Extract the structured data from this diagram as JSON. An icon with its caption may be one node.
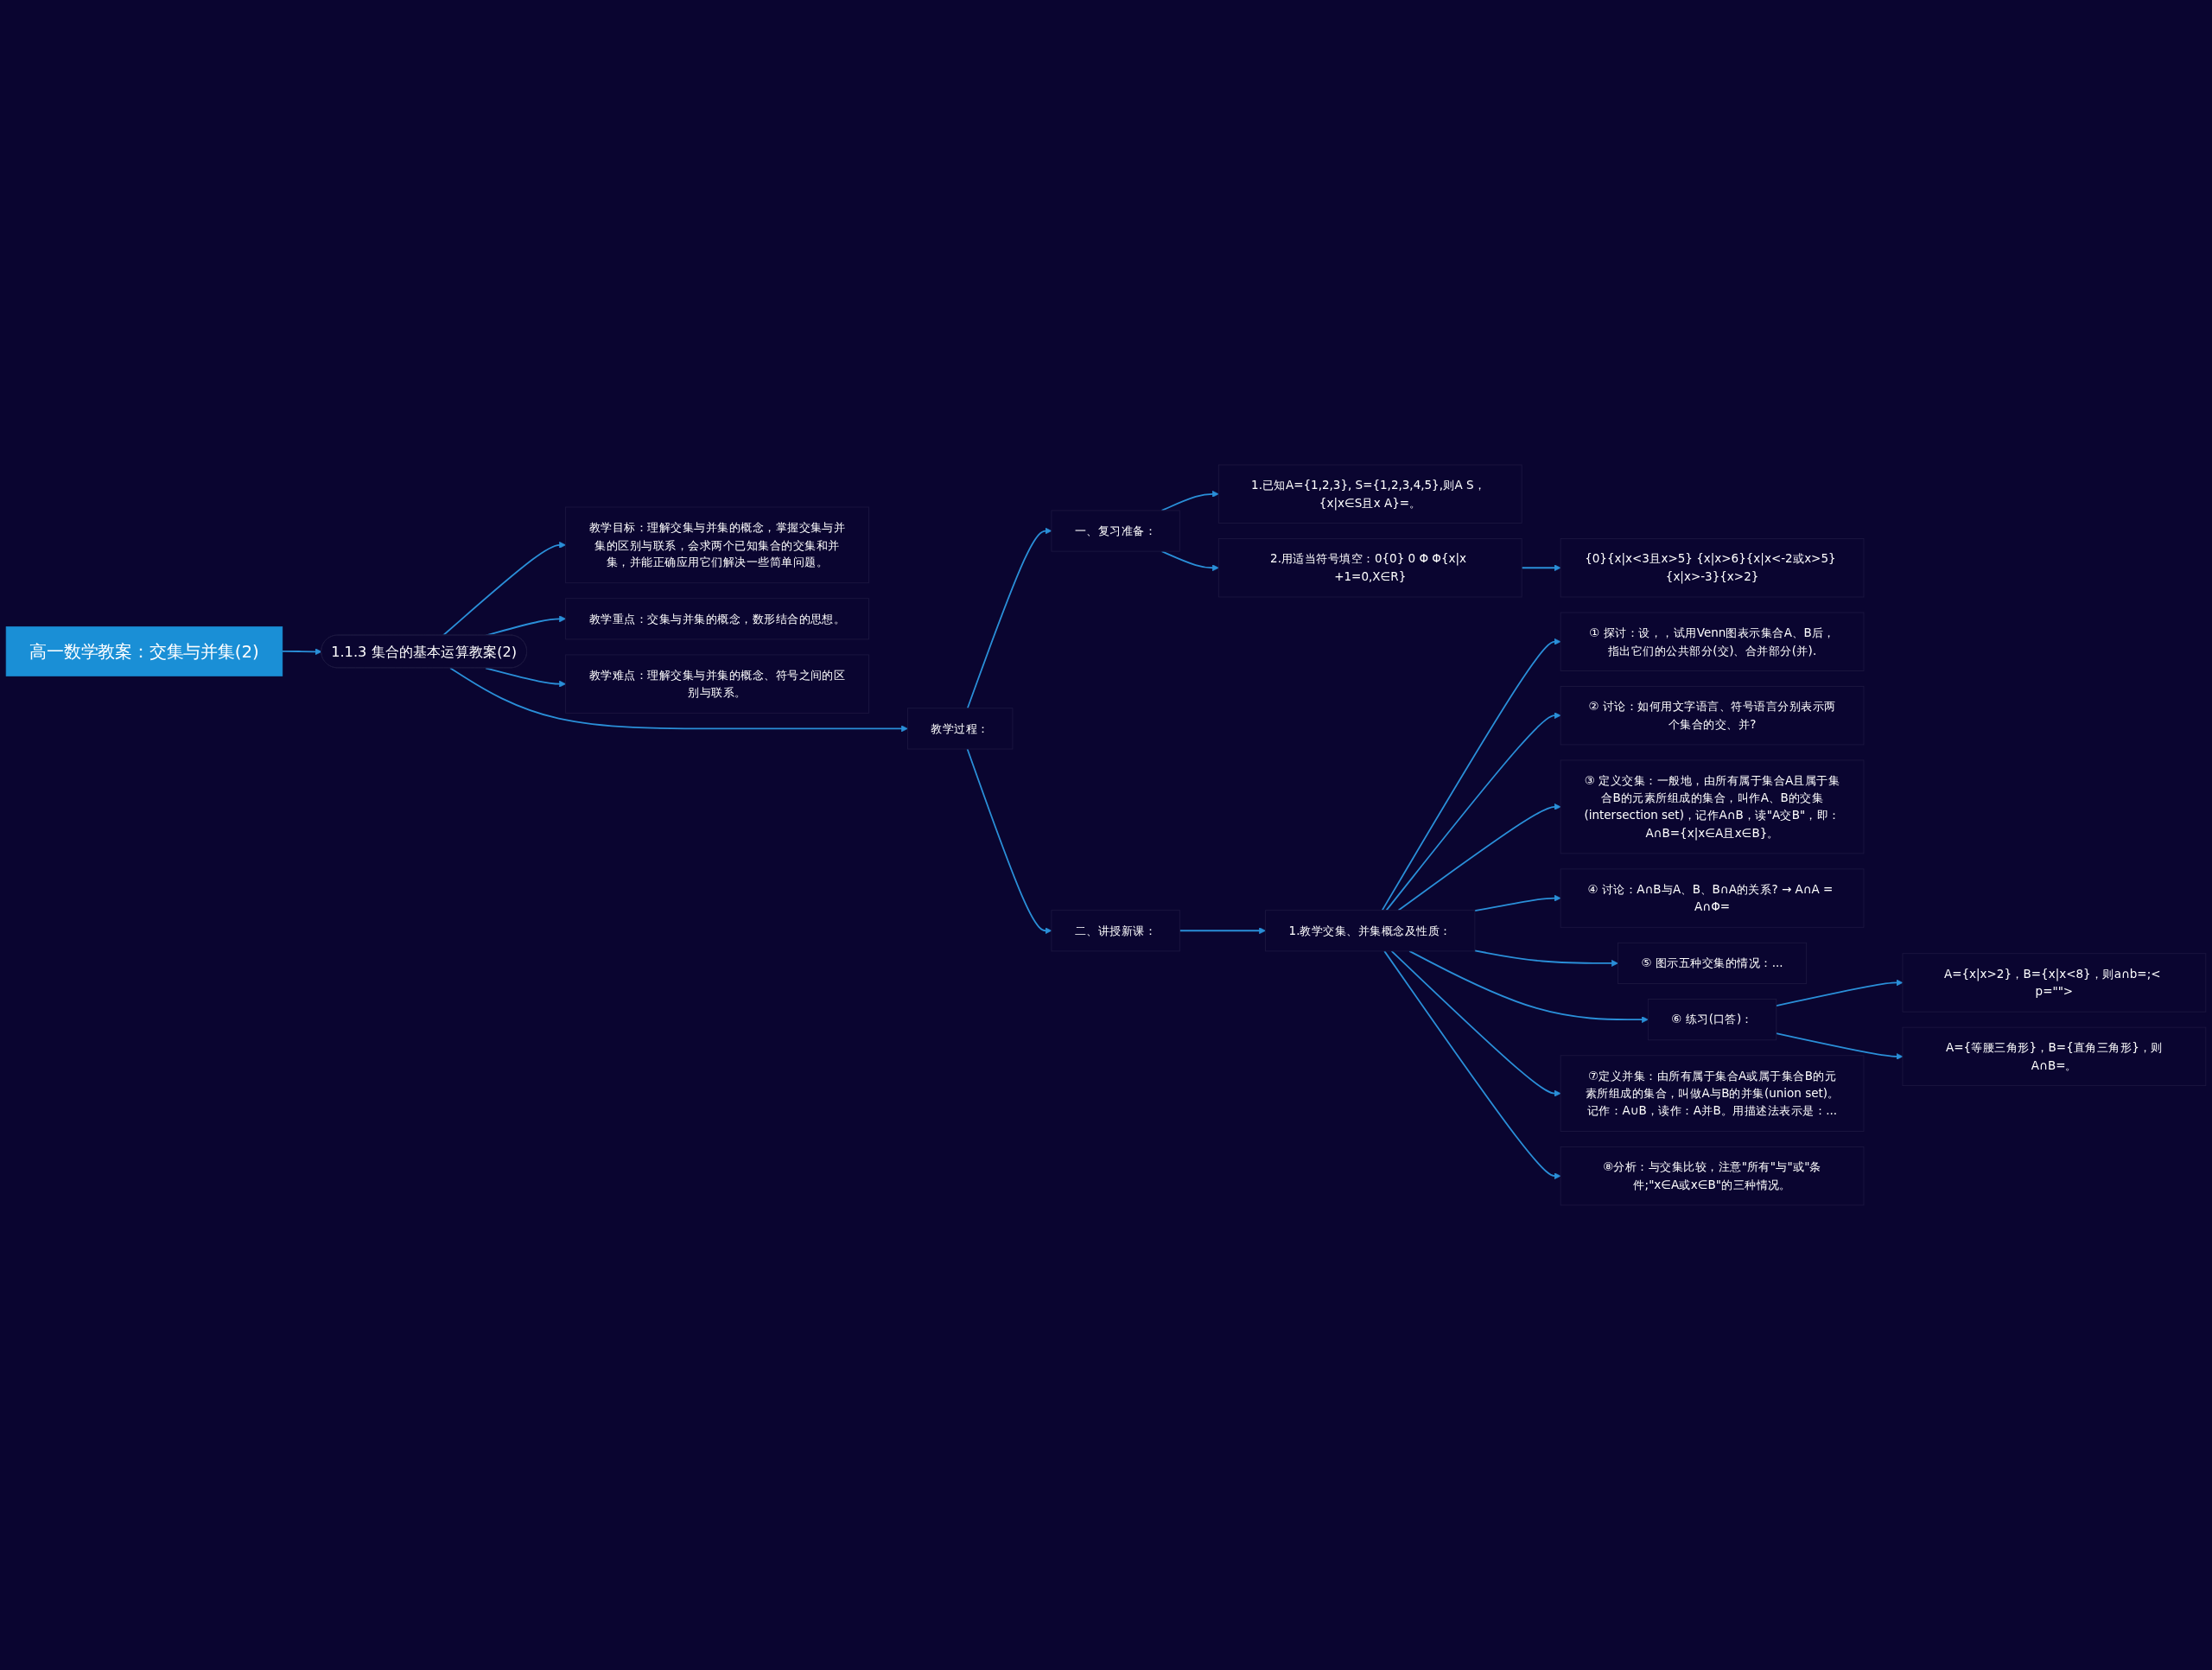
{
  "diagram": {
    "nodes": [
      {
        "text": [
          "高一数学教案：交集与并集(2)"
        ]
      },
      {
        "text": [
          "1.1.3 集合的基本运算教案(2)"
        ]
      },
      {
        "text": [
          "教学目标：理解交集与并集的概念，掌握交集与并集的区别与联系，会求两个已知集合的交集和并集，并能正确应用它们解决一些简单问题。"
        ]
      },
      {
        "text": [
          "教学重点：交集与并集的概念，数形结合的思想。"
        ]
      },
      {
        "text": [
          "教学难点：理解交集与并集的概念、符号之间的区别与联系。"
        ]
      },
      {
        "text": [
          "教学过程："
        ]
      },
      {
        "text": [
          "一、复习准备："
        ]
      },
      {
        "text": [
          "1.已知A={1,2,3}, S={1,2,3,4,5},则A S， {x|x∈S且x A}=。"
        ]
      },
      {
        "text": [
          "2.用适当符号填空：0{0} 0 Φ Φ{x|x +1=0,X∈R}"
        ]
      },
      {
        "text": [
          "{0}{x|x<3且x>5} {x|x>6}{x|x<-2或x>5} {x|x>-3}{x>2}"
        ]
      },
      {
        "text": [
          "二、讲授新课："
        ]
      },
      {
        "text": [
          "1.教学交集、并集概念及性质："
        ]
      },
      {
        "text": [
          "① 探讨：设，，试用Venn图表示集合A、B后，指出它们的公共部分(交)、合并部分(并)."
        ]
      },
      {
        "text": [
          "② 讨论：如何用文字语言、符号语言分别表示两个集合的交、并?"
        ]
      },
      {
        "text": [
          "③ 定义交集：一般地，由所有属于集合A且属于集合B的元素所组成的集合，叫作A、B的交集(intersection set)，记作A∩B，读\"A交B\"，即：A∩B={x|x∈A且x∈B}。"
        ]
      },
      {
        "text": [
          "④ 讨论：A∩B与A、B、B∩A的关系? → A∩A = A∩Φ="
        ]
      },
      {
        "text": [
          "⑤ 图示五种交集的情况：..."
        ]
      },
      {
        "text": [
          "⑥ 练习(口答)："
        ]
      },
      {
        "text": [
          "A={x|x>2}，B={x|x<8}，则a∩b=;< p=\"\">"
        ]
      },
      {
        "text": [
          "A={等腰三角形}，B={直角三角形}，则A∩B=。"
        ]
      },
      {
        "text": [
          "⑦定义并集：由所有属于集合A或属于集合B的元素所组成的集合，叫做A与B的并集(union set)。记作：A∪B，读作：A并B。用描述法表示是：..."
        ]
      },
      {
        "text": [
          "⑧分析：与交集比较，注意\"所有\"与\"或\"条件;\"x∈A或x∈B\"的三种情况。"
        ]
      }
    ],
    "edges": [
      {
        "from": 0,
        "to": 1,
        "arrow": "to"
      },
      {
        "from": 1,
        "to": 2,
        "arrow": "to"
      },
      {
        "from": 1,
        "to": 3,
        "arrow": "to"
      },
      {
        "from": 1,
        "to": 4,
        "arrow": "to"
      },
      {
        "from": 1,
        "to": 5,
        "arrow": "to"
      },
      {
        "from": 5,
        "to": 6,
        "arrow": "to"
      },
      {
        "from": 6,
        "to": 7,
        "arrow": "to"
      },
      {
        "from": 6,
        "to": 8,
        "arrow": "to"
      },
      {
        "from": 8,
        "to": 9,
        "arrow": "to"
      },
      {
        "from": 5,
        "to": 10,
        "arrow": "to"
      },
      {
        "from": 10,
        "to": 11,
        "arrow": "to"
      },
      {
        "from": 11,
        "to": 12,
        "arrow": "to"
      },
      {
        "from": 11,
        "to": 13,
        "arrow": "to"
      },
      {
        "from": 11,
        "to": 14,
        "arrow": "to"
      },
      {
        "from": 11,
        "to": 15,
        "arrow": "to"
      },
      {
        "from": 11,
        "to": 16,
        "arrow": "to"
      },
      {
        "from": 11,
        "to": 17,
        "arrow": "to"
      },
      {
        "from": 17,
        "to": 18,
        "arrow": "to"
      },
      {
        "from": 17,
        "to": 19,
        "arrow": "to"
      },
      {
        "from": 11,
        "to": 20,
        "arrow": "to"
      },
      {
        "from": 11,
        "to": 21,
        "arrow": "to"
      }
    ]
  }
}
